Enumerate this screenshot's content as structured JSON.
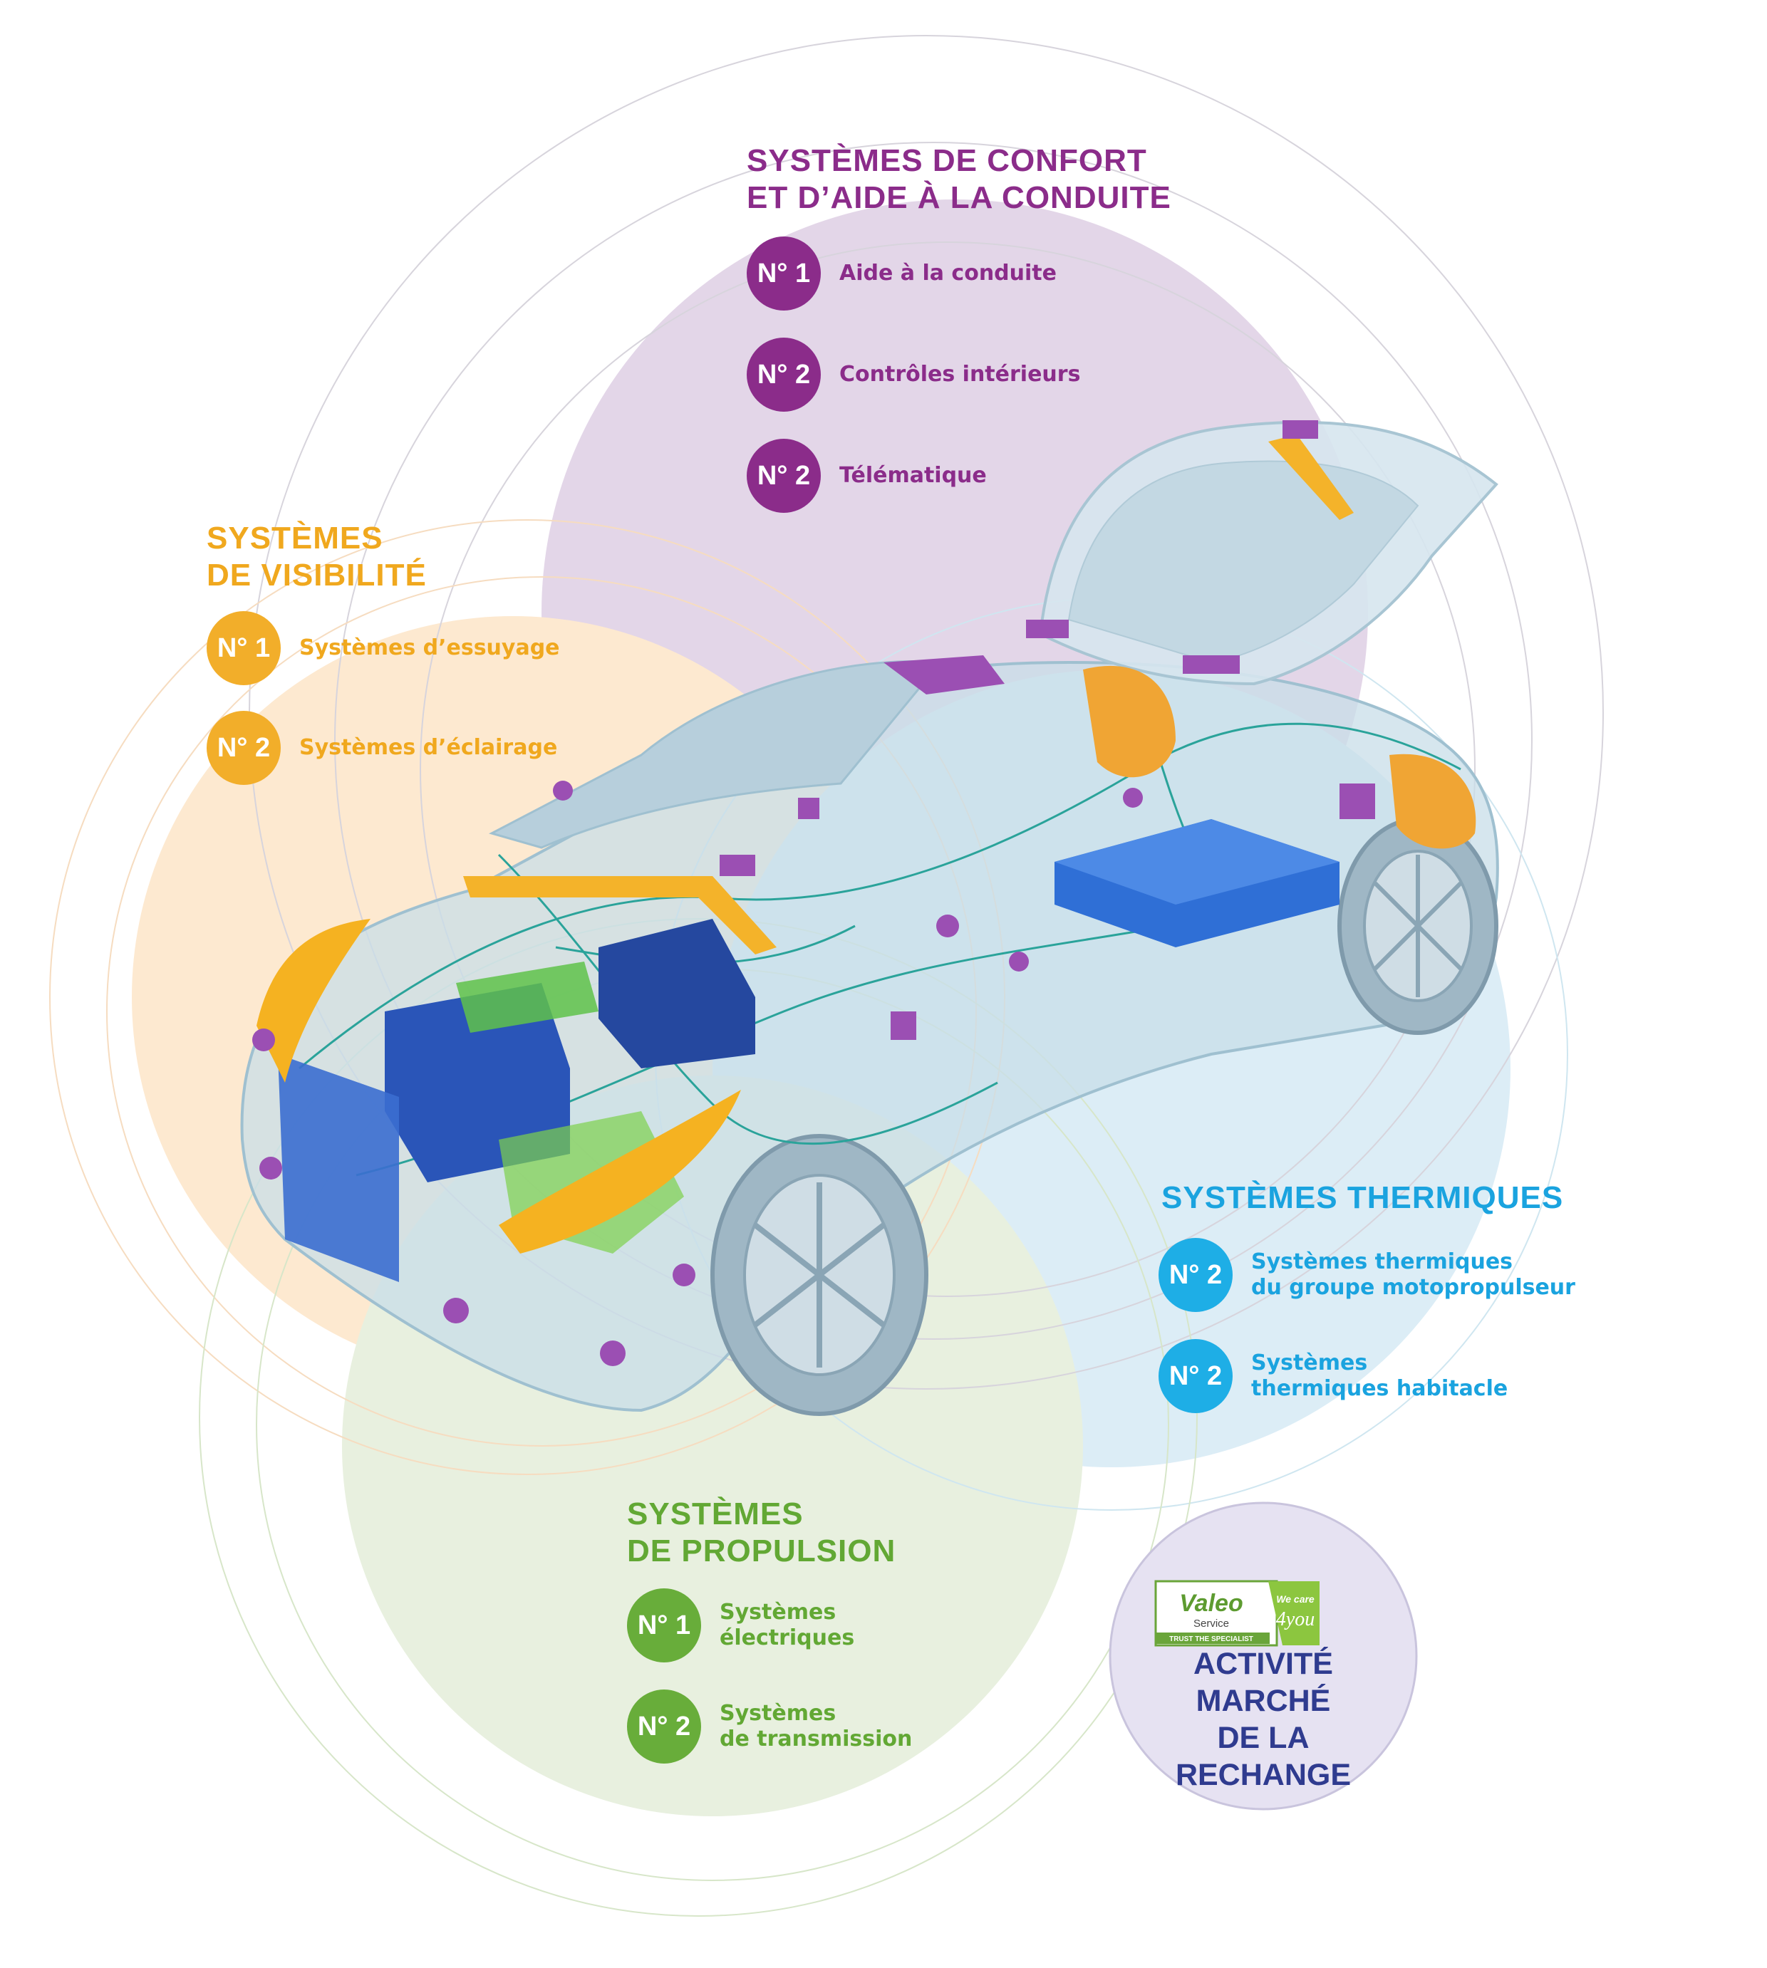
{
  "colors": {
    "comfort": "#8b2c8a",
    "visibility": "#f2ae2a",
    "thermal": "#1eaee6",
    "propulsion": "#68ad3a",
    "aftermarket": "#2f3b8f"
  },
  "groups": {
    "comfort": {
      "title_lines": [
        "SYSTÈMES DE CONFORT",
        "ET D’AIDE À LA CONDUITE"
      ],
      "items": [
        {
          "rank": "N° 1",
          "lines": [
            "Aide à la conduite"
          ]
        },
        {
          "rank": "N° 2",
          "lines": [
            "Contrôles intérieurs"
          ]
        },
        {
          "rank": "N° 2",
          "lines": [
            "Télématique"
          ]
        }
      ]
    },
    "visibility": {
      "title_lines": [
        "SYSTÈMES",
        "DE VISIBILITÉ"
      ],
      "items": [
        {
          "rank": "N° 1",
          "lines": [
            "Systèmes d’essuyage"
          ]
        },
        {
          "rank": "N° 2",
          "lines": [
            "Systèmes d’éclairage"
          ]
        }
      ]
    },
    "thermal": {
      "title_lines": [
        "SYSTÈMES THERMIQUES"
      ],
      "items": [
        {
          "rank": "N° 2",
          "lines": [
            "Systèmes thermiques",
            "du groupe motopropulseur"
          ]
        },
        {
          "rank": "N° 2",
          "lines": [
            "Systèmes",
            "thermiques habitacle"
          ]
        }
      ]
    },
    "propulsion": {
      "title_lines": [
        "SYSTÈMES",
        "DE PROPULSION"
      ],
      "items": [
        {
          "rank": "N° 1",
          "lines": [
            "Systèmes",
            "électriques"
          ]
        },
        {
          "rank": "N° 2",
          "lines": [
            "Systèmes",
            "de transmission"
          ]
        }
      ]
    }
  },
  "aftermarket": {
    "lines": [
      "ACTIVITÉ MARCHÉ",
      "DE LA RECHANGE"
    ],
    "logo_text": {
      "brand": "Valeo",
      "sub": "Service",
      "tagline": "TRUST THE SPECIALIST",
      "slogan_a": "We care",
      "slogan_b": "4you"
    }
  }
}
